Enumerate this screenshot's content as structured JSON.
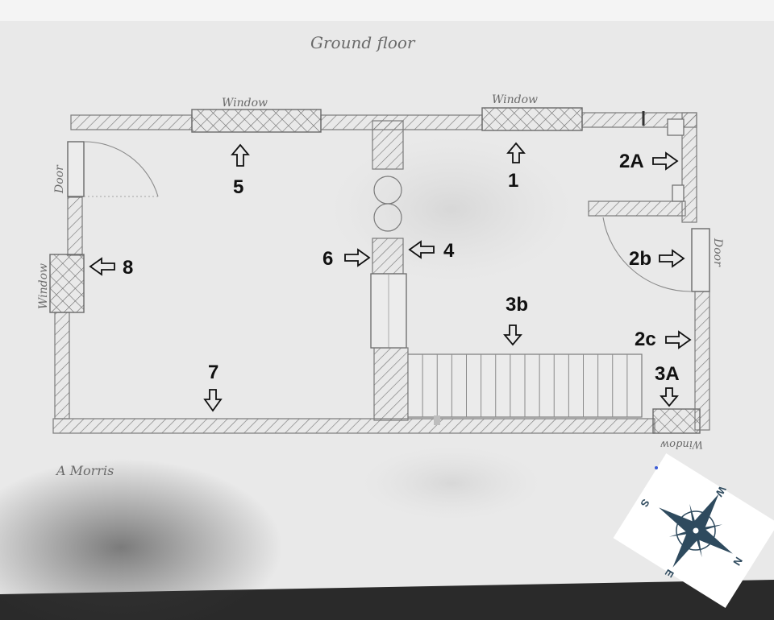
{
  "sketch": {
    "title": "Ground floor",
    "footer": "A Morris"
  },
  "walls": {
    "window_label": "Window",
    "door_label": "Door"
  },
  "markers": {
    "m1": "1",
    "m2a": "2A",
    "m2b": "2b",
    "m2c": "2c",
    "m3a": "3A",
    "m3b": "3b",
    "m4": "4",
    "m5": "5",
    "m6": "6",
    "m7": "7",
    "m8": "8"
  },
  "compass": {
    "n": "N",
    "s": "S",
    "e": "E",
    "w": "W"
  },
  "colors": {
    "pencil": "#7a7a7a",
    "arrow": "#111111",
    "compass": "#2e4a5e",
    "desk": "#2a2a2a"
  }
}
